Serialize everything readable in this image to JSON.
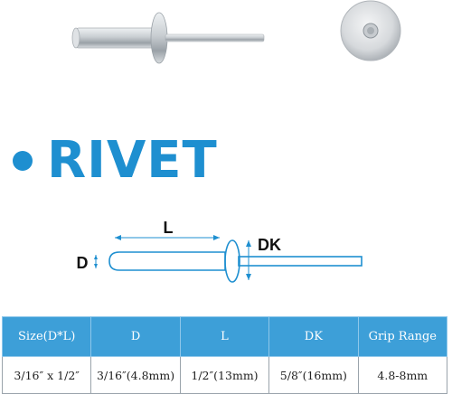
{
  "product": {
    "title": "RIVET",
    "accent_color": "#1e8fd0",
    "header_color": "#3d9fd8",
    "images": [
      "rivet-side-photo",
      "rivet-head-photo"
    ]
  },
  "diagram": {
    "label_length": "L",
    "label_diameter": "D",
    "label_head_diameter": "DK"
  },
  "spec_table": {
    "headers": [
      "Size(D*L)",
      "D",
      "L",
      "DK",
      "Grip Range"
    ],
    "rows": [
      [
        "3/16″ x 1/2″",
        "3/16″(4.8mm)",
        "1/2″(13mm)",
        "5/8″(16mm)",
        "4.8-8mm"
      ]
    ]
  }
}
